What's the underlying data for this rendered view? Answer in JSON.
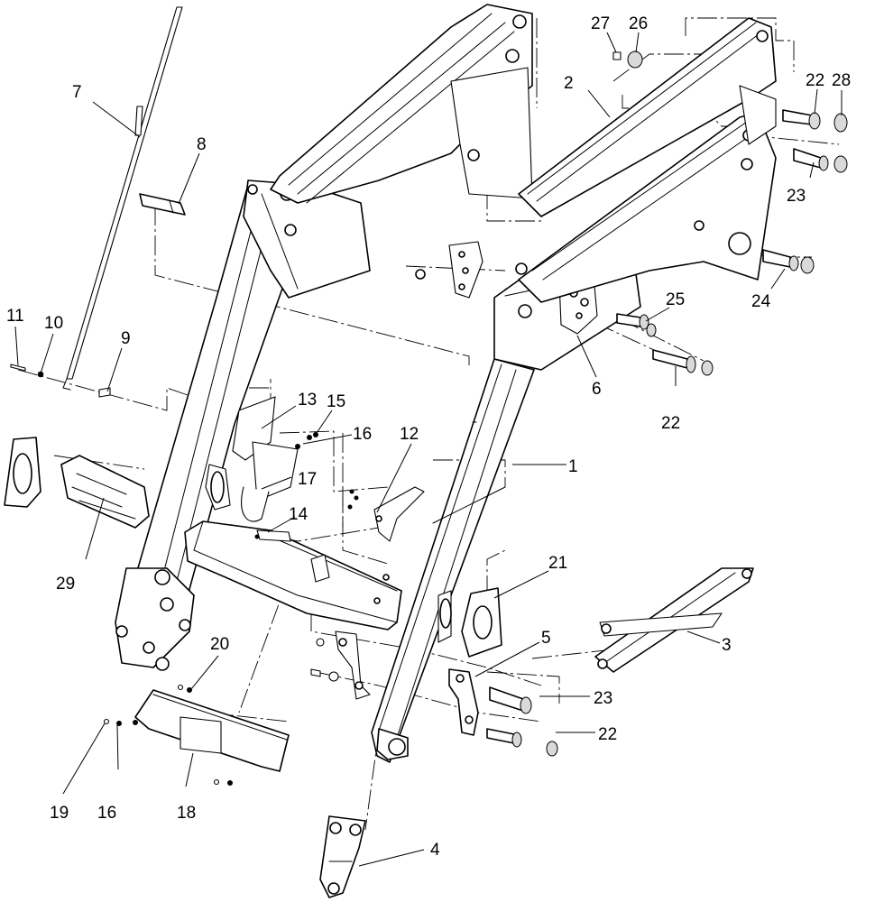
{
  "callouts": {
    "c1": "1",
    "c2": "2",
    "c3": "3",
    "c4": "4",
    "c5": "5",
    "c6": "6",
    "c7": "7",
    "c8": "8",
    "c9": "9",
    "c10": "10",
    "c11": "11",
    "c12": "12",
    "c13": "13",
    "c14": "14",
    "c15": "15",
    "c16a": "16",
    "c16b": "16",
    "c17": "17",
    "c18": "18",
    "c19": "19",
    "c20": "20",
    "c21": "21",
    "c22a": "22",
    "c22b": "22",
    "c22c": "22",
    "c23a": "23",
    "c23b": "23",
    "c24": "24",
    "c25": "25",
    "c26": "26",
    "c27": "27",
    "c28": "28",
    "c29": "29"
  }
}
